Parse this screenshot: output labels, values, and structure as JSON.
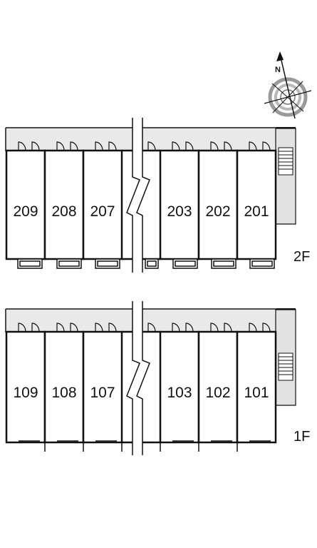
{
  "compass": {
    "north_label": "N",
    "icon": "compass-rose-icon"
  },
  "floors": [
    {
      "label": "2F",
      "units": [
        "209",
        "208",
        "207",
        "203",
        "202",
        "201"
      ]
    },
    {
      "label": "1F",
      "units": [
        "109",
        "108",
        "107",
        "103",
        "102",
        "101"
      ]
    }
  ],
  "colors": {
    "corridor": "#e9e9e9",
    "stair_landing": "#e2e2e2",
    "wall": "#111111"
  }
}
